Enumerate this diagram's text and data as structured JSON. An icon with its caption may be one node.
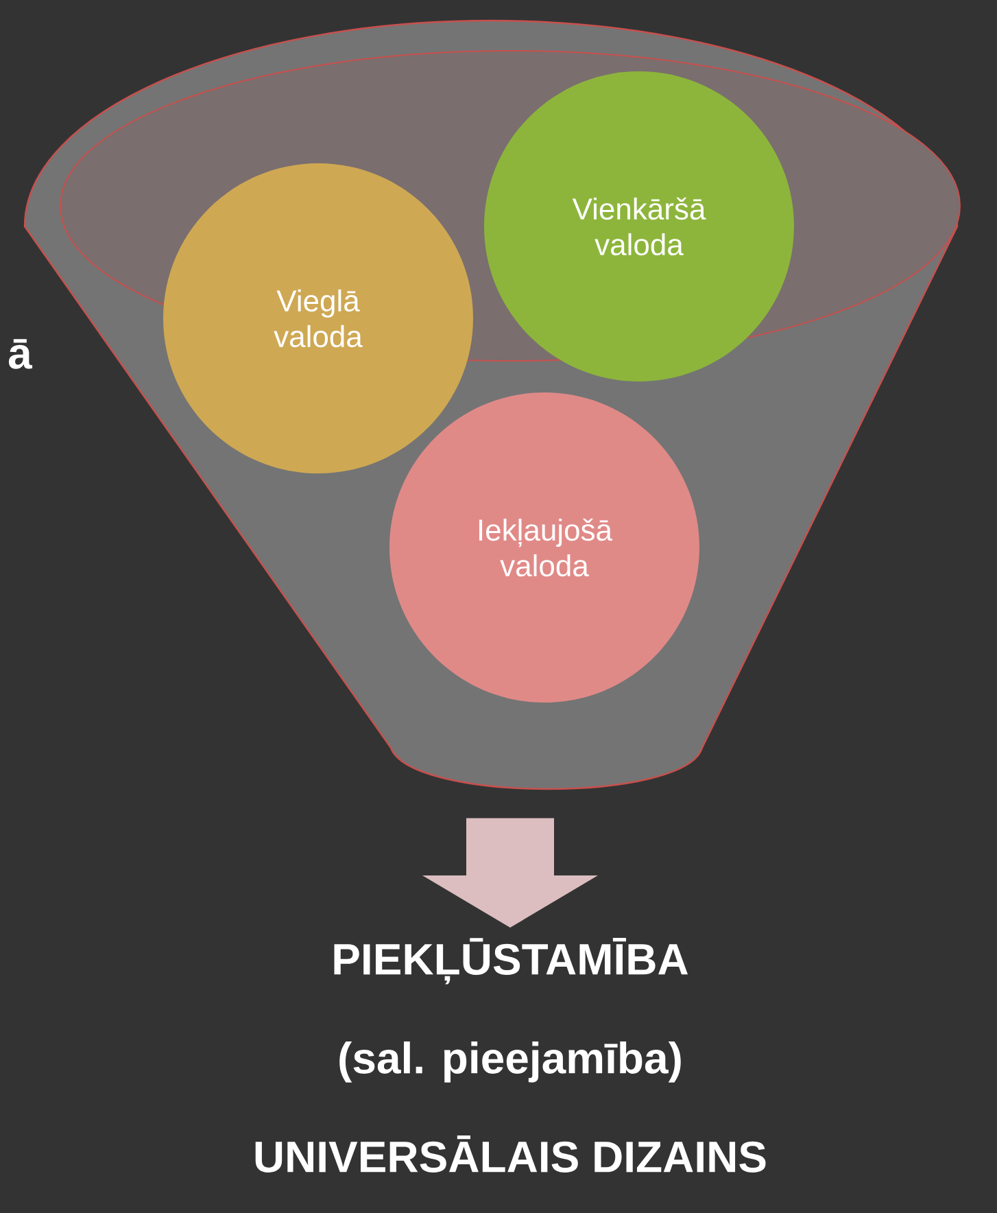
{
  "diagram": {
    "nodes": [
      {
        "text": [],
        "shape": "funnel"
      },
      {
        "text": [
          "Vieglā valoda"
        ],
        "in": 0
      },
      {
        "text": [
          "Vienkāršā valoda"
        ],
        "in": 0
      },
      {
        "text": [
          "Iekļaujošā valoda"
        ],
        "in": 0
      },
      {
        "text": [
          "PIEKĻŪSTAMĪBA",
          "(sal. pieejamība)",
          "UNIVERSĀLAIS DIZAINS"
        ]
      }
    ],
    "edges": [
      {
        "from": 0,
        "to": 4,
        "arrow": "to"
      }
    ],
    "labels": [
      "ā"
    ]
  }
}
